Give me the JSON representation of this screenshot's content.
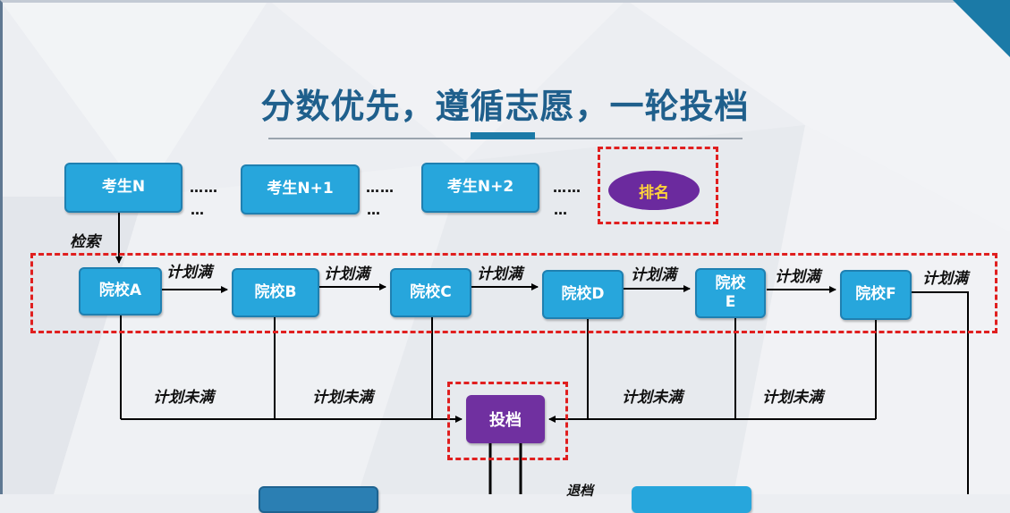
{
  "title": "分数优先，遵循志愿，一轮投档",
  "students": [
    {
      "label": "考生N"
    },
    {
      "label": "考生N+1"
    },
    {
      "label": "考生N+2"
    }
  ],
  "ellipsis": "……",
  "ellipsis2": "…",
  "ranking": "排名",
  "search_label": "检索",
  "schools": [
    {
      "label": "院校A"
    },
    {
      "label": "院校B"
    },
    {
      "label": "院校C"
    },
    {
      "label": "院校D"
    },
    {
      "label": "院校E"
    },
    {
      "label": "院校F"
    }
  ],
  "plan_full": "计划满",
  "plan_not_full": "计划未满",
  "submit": "投档",
  "return_label": "退档",
  "colors": {
    "box_fill": "#27a6dc",
    "box_border": "#1f80b1",
    "submit_fill": "#7030a0",
    "ranking_fill": "#6b2a9e",
    "ranking_text": "#ffd23a",
    "dashed_highlight": "#e01f1f",
    "title": "#1f5f8c"
  }
}
